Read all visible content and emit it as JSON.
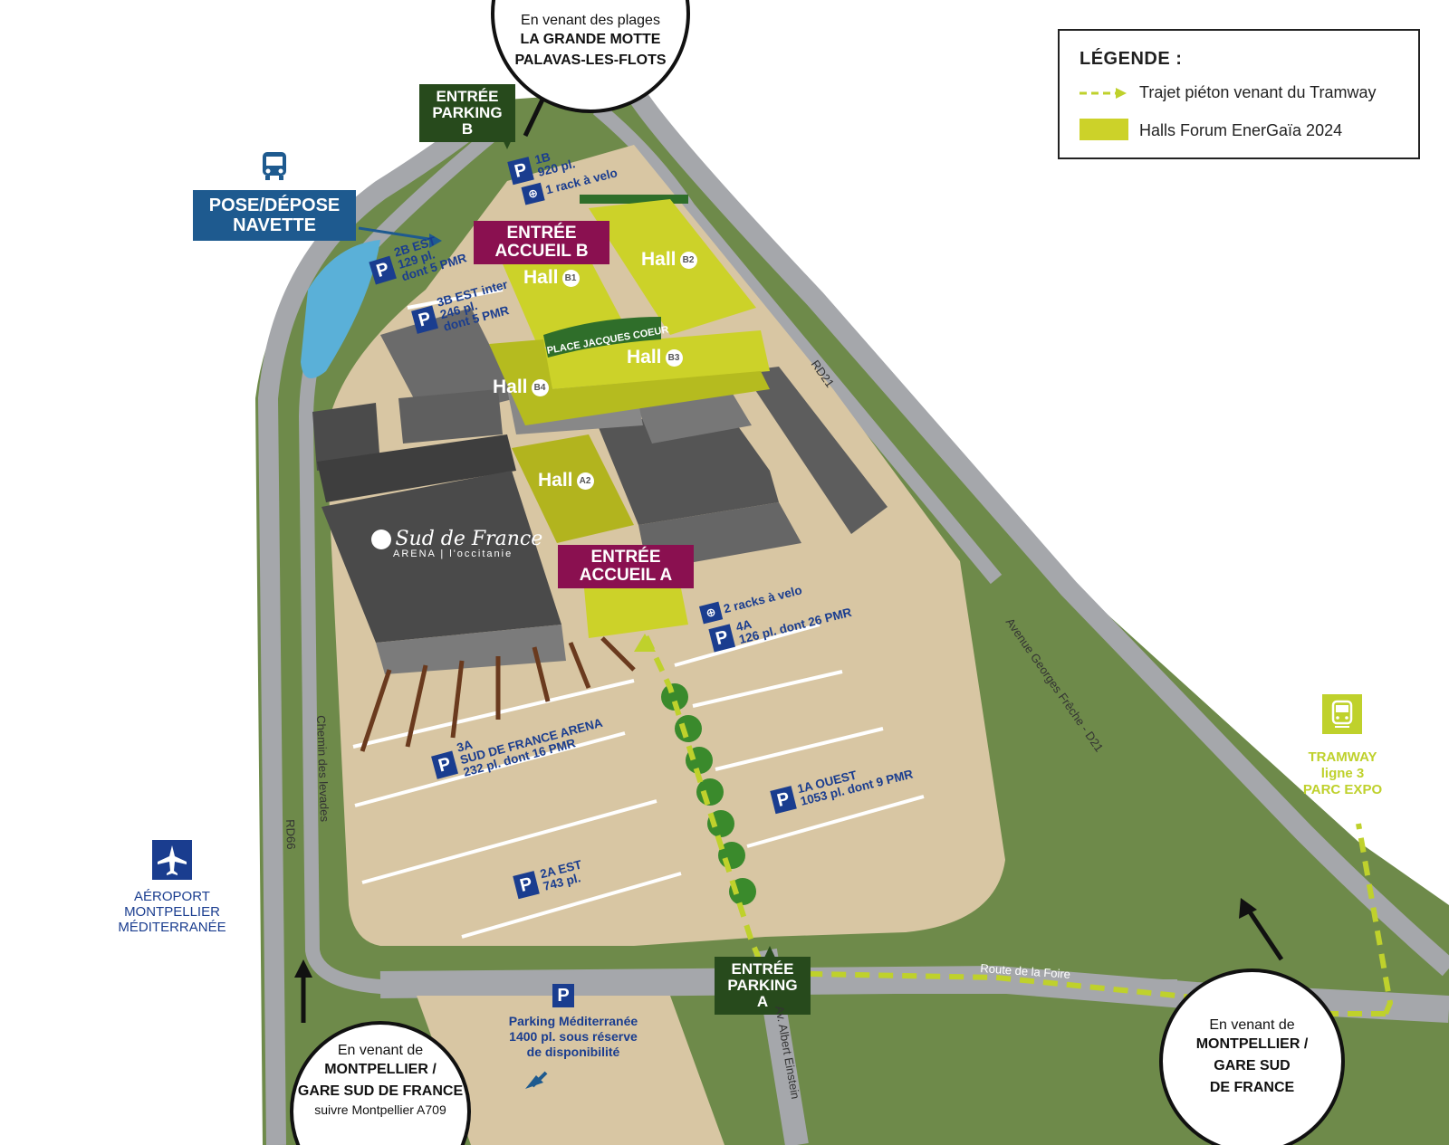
{
  "legend": {
    "title": "LÉGENDE :",
    "items": [
      {
        "label": "Trajet piéton venant du Tramway",
        "symbol": "dashed-arrow"
      },
      {
        "label": "Halls Forum EnerGaïa 2024",
        "symbol": "yellow-swatch"
      }
    ]
  },
  "colors": {
    "grass": "#6e8a4a",
    "road": "#a5a7ab",
    "sand": "#d8c6a3",
    "hall_yellow": "#ccd229",
    "building_grey": "#5a5a5a",
    "water": "#5ab0d8",
    "entree_parking": "#274a1c",
    "entree_accueil": "#8a1050",
    "navette": "#1e5a8f",
    "parking_blue": "#1a3d8f",
    "tramway": "#bfd12c"
  },
  "entrances": {
    "parking_b": "ENTRÉE PARKING B",
    "parking_a": "ENTRÉE PARKING A",
    "accueil_b": "ENTRÉE ACCUEIL B",
    "accueil_a": "ENTRÉE ACCUEIL A"
  },
  "navette": {
    "label": "POSE/DÉPOSE NAVETTE",
    "icon": "bus-icon"
  },
  "halls": [
    {
      "name": "Hall",
      "code": "B1"
    },
    {
      "name": "Hall",
      "code": "B2"
    },
    {
      "name": "Hall",
      "code": "B3"
    },
    {
      "name": "Hall",
      "code": "B4"
    },
    {
      "name": "Hall",
      "code": "A2"
    }
  ],
  "place": "PLACE JACQUES COEUR",
  "arena": {
    "line1": "Sud de France",
    "line2": "ARENA | l'occitanie"
  },
  "parkings": {
    "p1b": {
      "line1": "1B",
      "line2": "920 pl.",
      "bike": "1 rack à velo"
    },
    "p2b": {
      "line1": "2B EST",
      "line2": "129 pl.",
      "line3": "dont 5 PMR"
    },
    "p3b": {
      "line1": "3B EST inter",
      "line2": "246 pl.",
      "line3": "dont 5 PMR"
    },
    "p4a": {
      "bike": "2 racks à velo",
      "line1": "4A",
      "line2": "126 pl. dont 26 PMR"
    },
    "p3a": {
      "line1": "3A",
      "line2": "SUD DE FRANCE ARENA",
      "line3": "232 pl. dont 16 PMR"
    },
    "p1a": {
      "line1": "1A OUEST",
      "line2": "1053 pl. dont 9 PMR"
    },
    "p2a": {
      "line1": "2A EST",
      "line2": "743 pl."
    },
    "med": {
      "line1": "Parking Méditerranée",
      "line2": "1400 pl. sous réserve",
      "line3": "de disponibilité"
    }
  },
  "roads": {
    "rd21": "RD21",
    "rd66": "RD66",
    "chemin": "Chemin des levades",
    "avenue": "Avenue Georges Frêche - D21",
    "einstein": "Av. Albert Einstein",
    "foire": "Route de la Foire"
  },
  "origins": {
    "top": {
      "l1": "En venant des plages",
      "l2": "LA GRANDE MOTTE",
      "l3": "PALAVAS-LES-FLOTS"
    },
    "bottom_left": {
      "l1": "En venant de",
      "l2": "MONTPELLIER /",
      "l3": "GARE SUD DE FRANCE",
      "l4": "suivre Montpellier A709"
    },
    "bottom_right": {
      "l1": "En venant de",
      "l2": "MONTPELLIER /",
      "l3": "GARE SUD",
      "l4": "DE FRANCE"
    }
  },
  "airport": {
    "l1": "AÉROPORT",
    "l2": "MONTPELLIER",
    "l3": "MÉDITERRANÉE",
    "icon": "plane-icon"
  },
  "tramway": {
    "l1": "TRAMWAY",
    "l2": "ligne 3",
    "l3": "PARC EXPO",
    "icon": "tram-icon"
  },
  "parking_symbol": "P"
}
